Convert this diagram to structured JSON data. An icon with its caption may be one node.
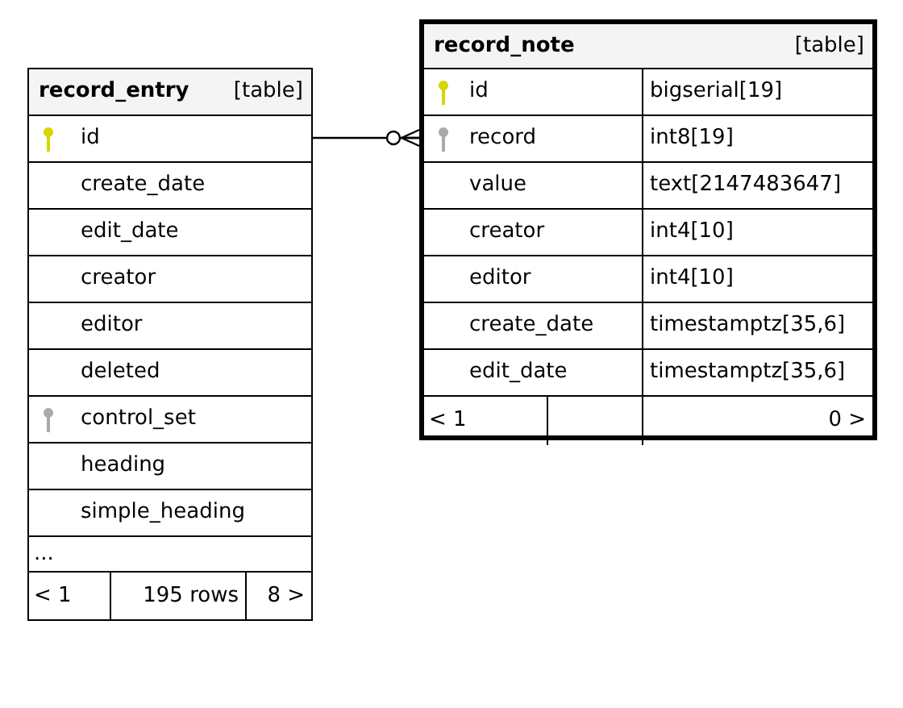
{
  "diagram": {
    "nodes": [
      {
        "text": [
          "record_entry",
          "[table]"
        ]
      },
      {
        "text": [
          "id"
        ],
        "in": 0
      },
      {
        "text": [
          "create_date"
        ],
        "in": 0
      },
      {
        "text": [
          "edit_date"
        ],
        "in": 0
      },
      {
        "text": [
          "creator"
        ],
        "in": 0
      },
      {
        "text": [
          "editor"
        ],
        "in": 0
      },
      {
        "text": [
          "deleted"
        ],
        "in": 0
      },
      {
        "text": [
          "control_set"
        ],
        "in": 0
      },
      {
        "text": [
          "heading"
        ],
        "in": 0
      },
      {
        "text": [
          "simple_heading"
        ],
        "in": 0
      },
      {
        "text": [
          "..."
        ],
        "in": 0
      },
      {
        "text": [
          "< 1",
          "195 rows",
          "8 >"
        ],
        "in": 0
      },
      {
        "text": [
          "record_note",
          "[table]"
        ]
      },
      {
        "text": [
          "id",
          "bigserial[19]"
        ],
        "in": 12
      },
      {
        "text": [
          "record",
          "int8[19]"
        ],
        "in": 12
      },
      {
        "text": [
          "value",
          "text[2147483647]"
        ],
        "in": 12
      },
      {
        "text": [
          "creator",
          "int4[10]"
        ],
        "in": 12
      },
      {
        "text": [
          "editor",
          "int4[10]"
        ],
        "in": 12
      },
      {
        "text": [
          "create_date",
          "timestamptz[35,6]"
        ],
        "in": 12
      },
      {
        "text": [
          "edit_date",
          "timestamptz[35,6]"
        ],
        "in": 12
      },
      {
        "text": [
          "< 1",
          "0 >"
        ],
        "in": 12
      }
    ],
    "edges": [
      {
        "from": 1,
        "to": 14,
        "arrow": "other"
      }
    ]
  }
}
